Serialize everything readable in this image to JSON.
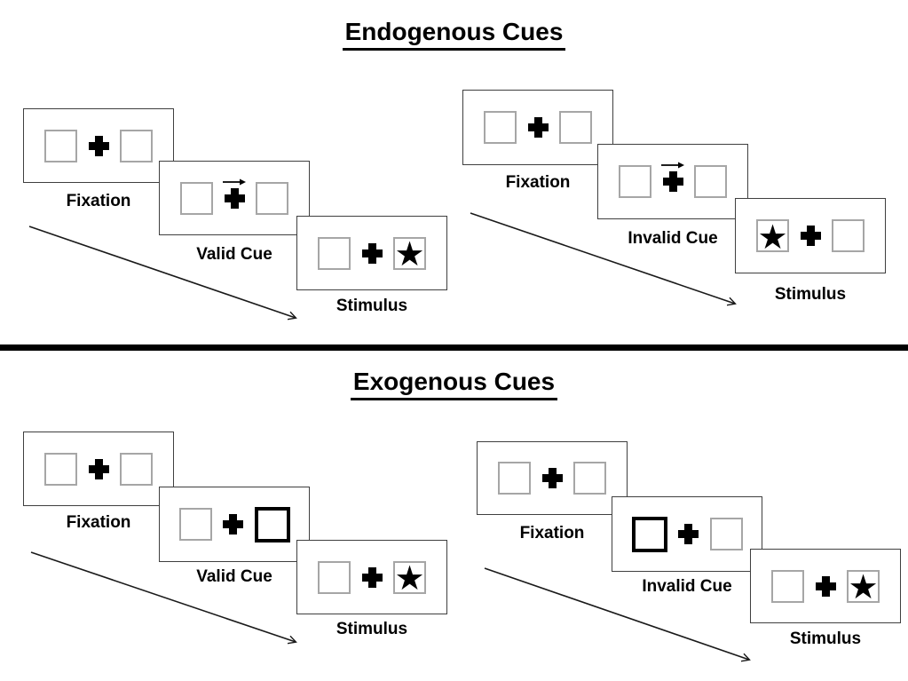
{
  "sections": [
    {
      "title": "Endogenous Cues",
      "sequences": [
        {
          "name": "valid-trial",
          "cue_description": "central arrow pointing right above fixation cross",
          "steps": [
            {
              "label": "Fixation"
            },
            {
              "label": "Valid Cue",
              "cue": "arrow-pointing-right"
            },
            {
              "label": "Stimulus",
              "target": "star-in-right-box"
            }
          ]
        },
        {
          "name": "invalid-trial",
          "cue_description": "central arrow pointing right above fixation cross",
          "steps": [
            {
              "label": "Fixation"
            },
            {
              "label": "Invalid Cue",
              "cue": "arrow-pointing-right"
            },
            {
              "label": "Stimulus",
              "target": "star-in-left-box"
            }
          ]
        }
      ]
    },
    {
      "title": "Exogenous Cues",
      "sequences": [
        {
          "name": "valid-trial",
          "cue_description": "peripheral box highlighted with thick border",
          "steps": [
            {
              "label": "Fixation"
            },
            {
              "label": "Valid Cue",
              "cue": "highlighted-right-box"
            },
            {
              "label": "Stimulus",
              "target": "star-in-right-box"
            }
          ]
        },
        {
          "name": "invalid-trial",
          "cue_description": "peripheral box highlighted with thick border",
          "steps": [
            {
              "label": "Fixation"
            },
            {
              "label": "Invalid Cue",
              "cue": "highlighted-left-box"
            },
            {
              "label": "Stimulus",
              "target": "star-in-right-box"
            }
          ]
        }
      ]
    }
  ],
  "glyphs": {
    "star": "★"
  },
  "colors": {
    "ink": "#000000",
    "panel_border": "#3f3f3f",
    "placeholder_box_border": "#a6a6a6",
    "background": "#ffffff"
  }
}
